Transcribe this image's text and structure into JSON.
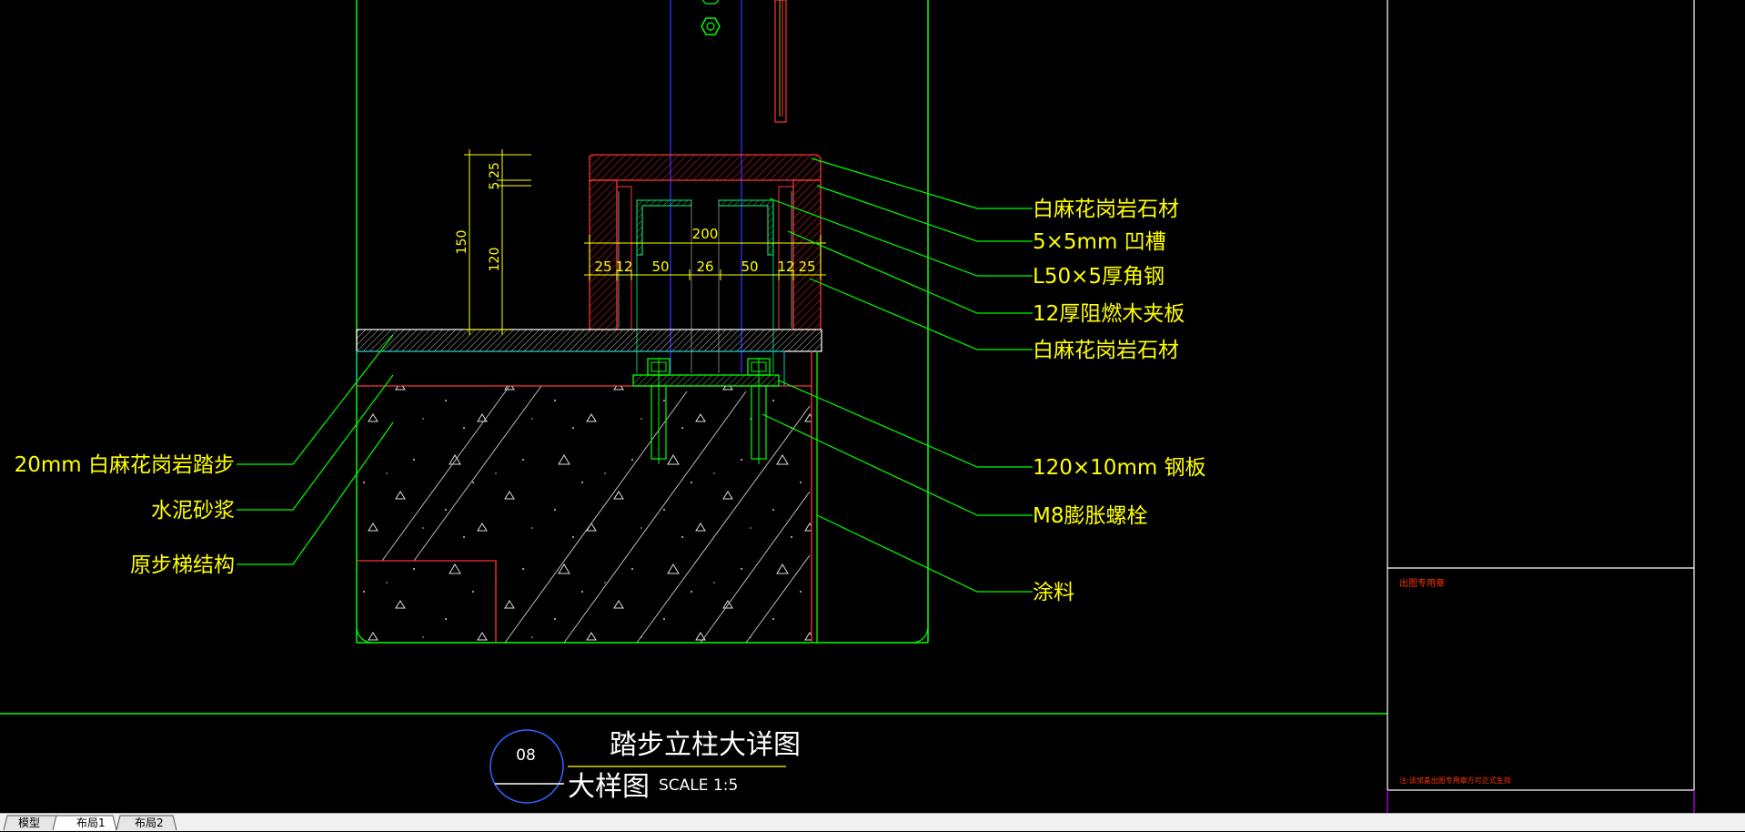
{
  "drawing": {
    "dimensions": {
      "horizontal_total": "200",
      "horizontal_parts": [
        "25",
        "12",
        "50",
        "26",
        "50",
        "12",
        "25"
      ],
      "vertical_outer": "150",
      "vertical_inner": "120",
      "vertical_top_a": "25",
      "vertical_top_b": "5"
    },
    "right_labels": [
      "白麻花岗岩石材",
      "5×5mm 凹槽",
      "L50×5厚角钢",
      "12厚阻燃木夹板",
      "白麻花岗岩石材",
      "120×10mm 钢板",
      "M8膨胀螺栓",
      "涂料"
    ],
    "left_labels": [
      "20mm 白麻花岗岩踏步",
      "水泥砂浆",
      "原步梯结构"
    ],
    "title": {
      "number": "08",
      "name": "踏步立柱大详图",
      "subtitle": "大样图",
      "scale": "SCALE 1:5"
    },
    "side_panel": {
      "stamp": "出图专用章",
      "note": "注:该加盖出图专用章方可正式生效"
    }
  },
  "tabs": [
    {
      "label": "模型",
      "active": false
    },
    {
      "label": "布局1",
      "active": true
    },
    {
      "label": "布局2",
      "active": false
    }
  ],
  "colors": {
    "background": "#000000",
    "frame_line": "#00ff00",
    "annotation": "#ffff00",
    "section_red": "#ff0000",
    "axis_blue": "#0000ff",
    "stamp_text": "#ff3300"
  }
}
